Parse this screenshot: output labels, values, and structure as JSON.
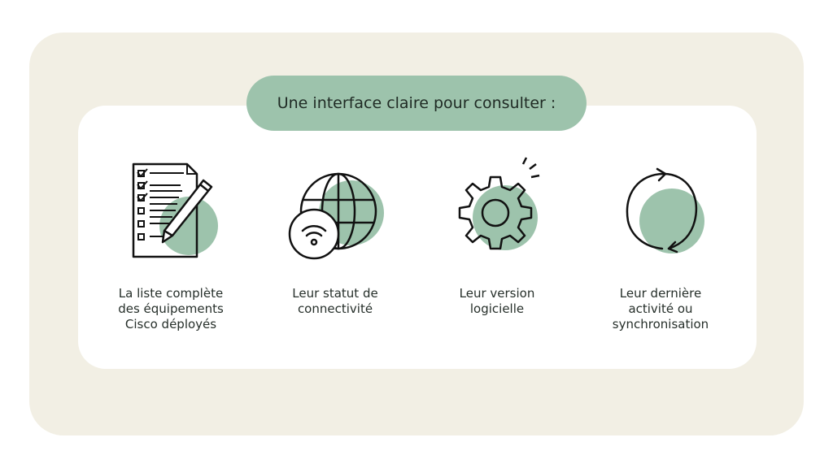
{
  "header": {
    "title": "Une interface claire pour consulter :"
  },
  "features": [
    {
      "icon": "checklist-pencil-icon",
      "caption": "La liste complète\ndes équipements\nCisco déployés"
    },
    {
      "icon": "globe-wifi-icon",
      "caption": "Leur statut de\nconnectivité"
    },
    {
      "icon": "gear-icon",
      "caption": "Leur version\nlogicielle"
    },
    {
      "icon": "sync-cycle-icon",
      "caption": "Leur dernière\nactivité ou\nsynchronisation"
    }
  ],
  "colors": {
    "background": "#f2efe4",
    "card": "#ffffff",
    "accent": "#9dc3ac",
    "ink": "#1f2a24"
  }
}
